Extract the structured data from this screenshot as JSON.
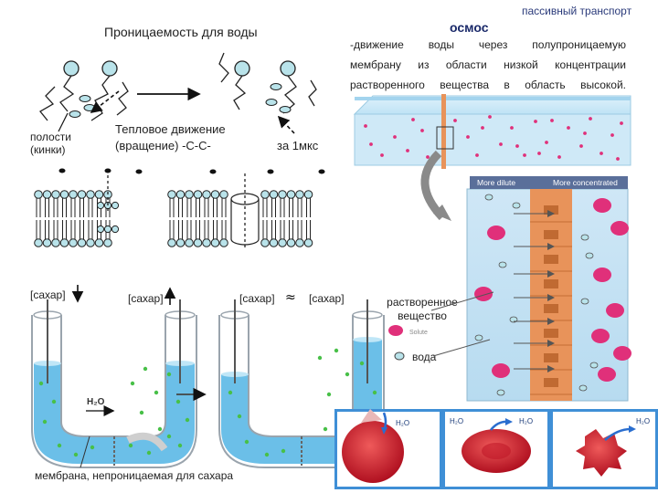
{
  "header": {
    "passive_transport": "пассивный транспорт",
    "osmosis_title": "осмос",
    "permeability_title": "Проницаемость для воды"
  },
  "osmosis_definition": {
    "line1": "-движение воды через полупроницаемую",
    "line2": "мембрану из области низкой концентрации",
    "line3": "растворенного вещества в область высокой."
  },
  "lipid_panel": {
    "cavities_line1": "полости",
    "cavities_line2": "(кинки)",
    "thermal_line1": "Тепловое движение",
    "thermal_line2": "(вращение) -С-С-",
    "time_label": "за 1мкс"
  },
  "utube_panel": {
    "sugar_left": "[сахар]",
    "sugar_mid": "[сахар]",
    "sugar_right_a": "[сахар]",
    "sugar_right_b": "[сахар]",
    "water_formula": "H₂O",
    "membrane_caption": "мембрана, непроницаемая для сахара"
  },
  "micro_panel": {
    "more_dilute": "More dilute",
    "more_concentrated": "More concentrated",
    "solute_label": "растворенное\nвещество",
    "solute_en": "Solute",
    "water_label": "вода"
  },
  "cells_panel": {
    "water_a": "H₂O",
    "water_b1": "H₂O",
    "water_b2": "H₂O",
    "water_c": "H₂O"
  },
  "colors": {
    "water_blue": "#5bb8e6",
    "membrane_orange": "#e8935a",
    "solute_pink": "#e0307a",
    "cell_red": "#d8202c",
    "lipid_head": "#b9e3ea"
  }
}
